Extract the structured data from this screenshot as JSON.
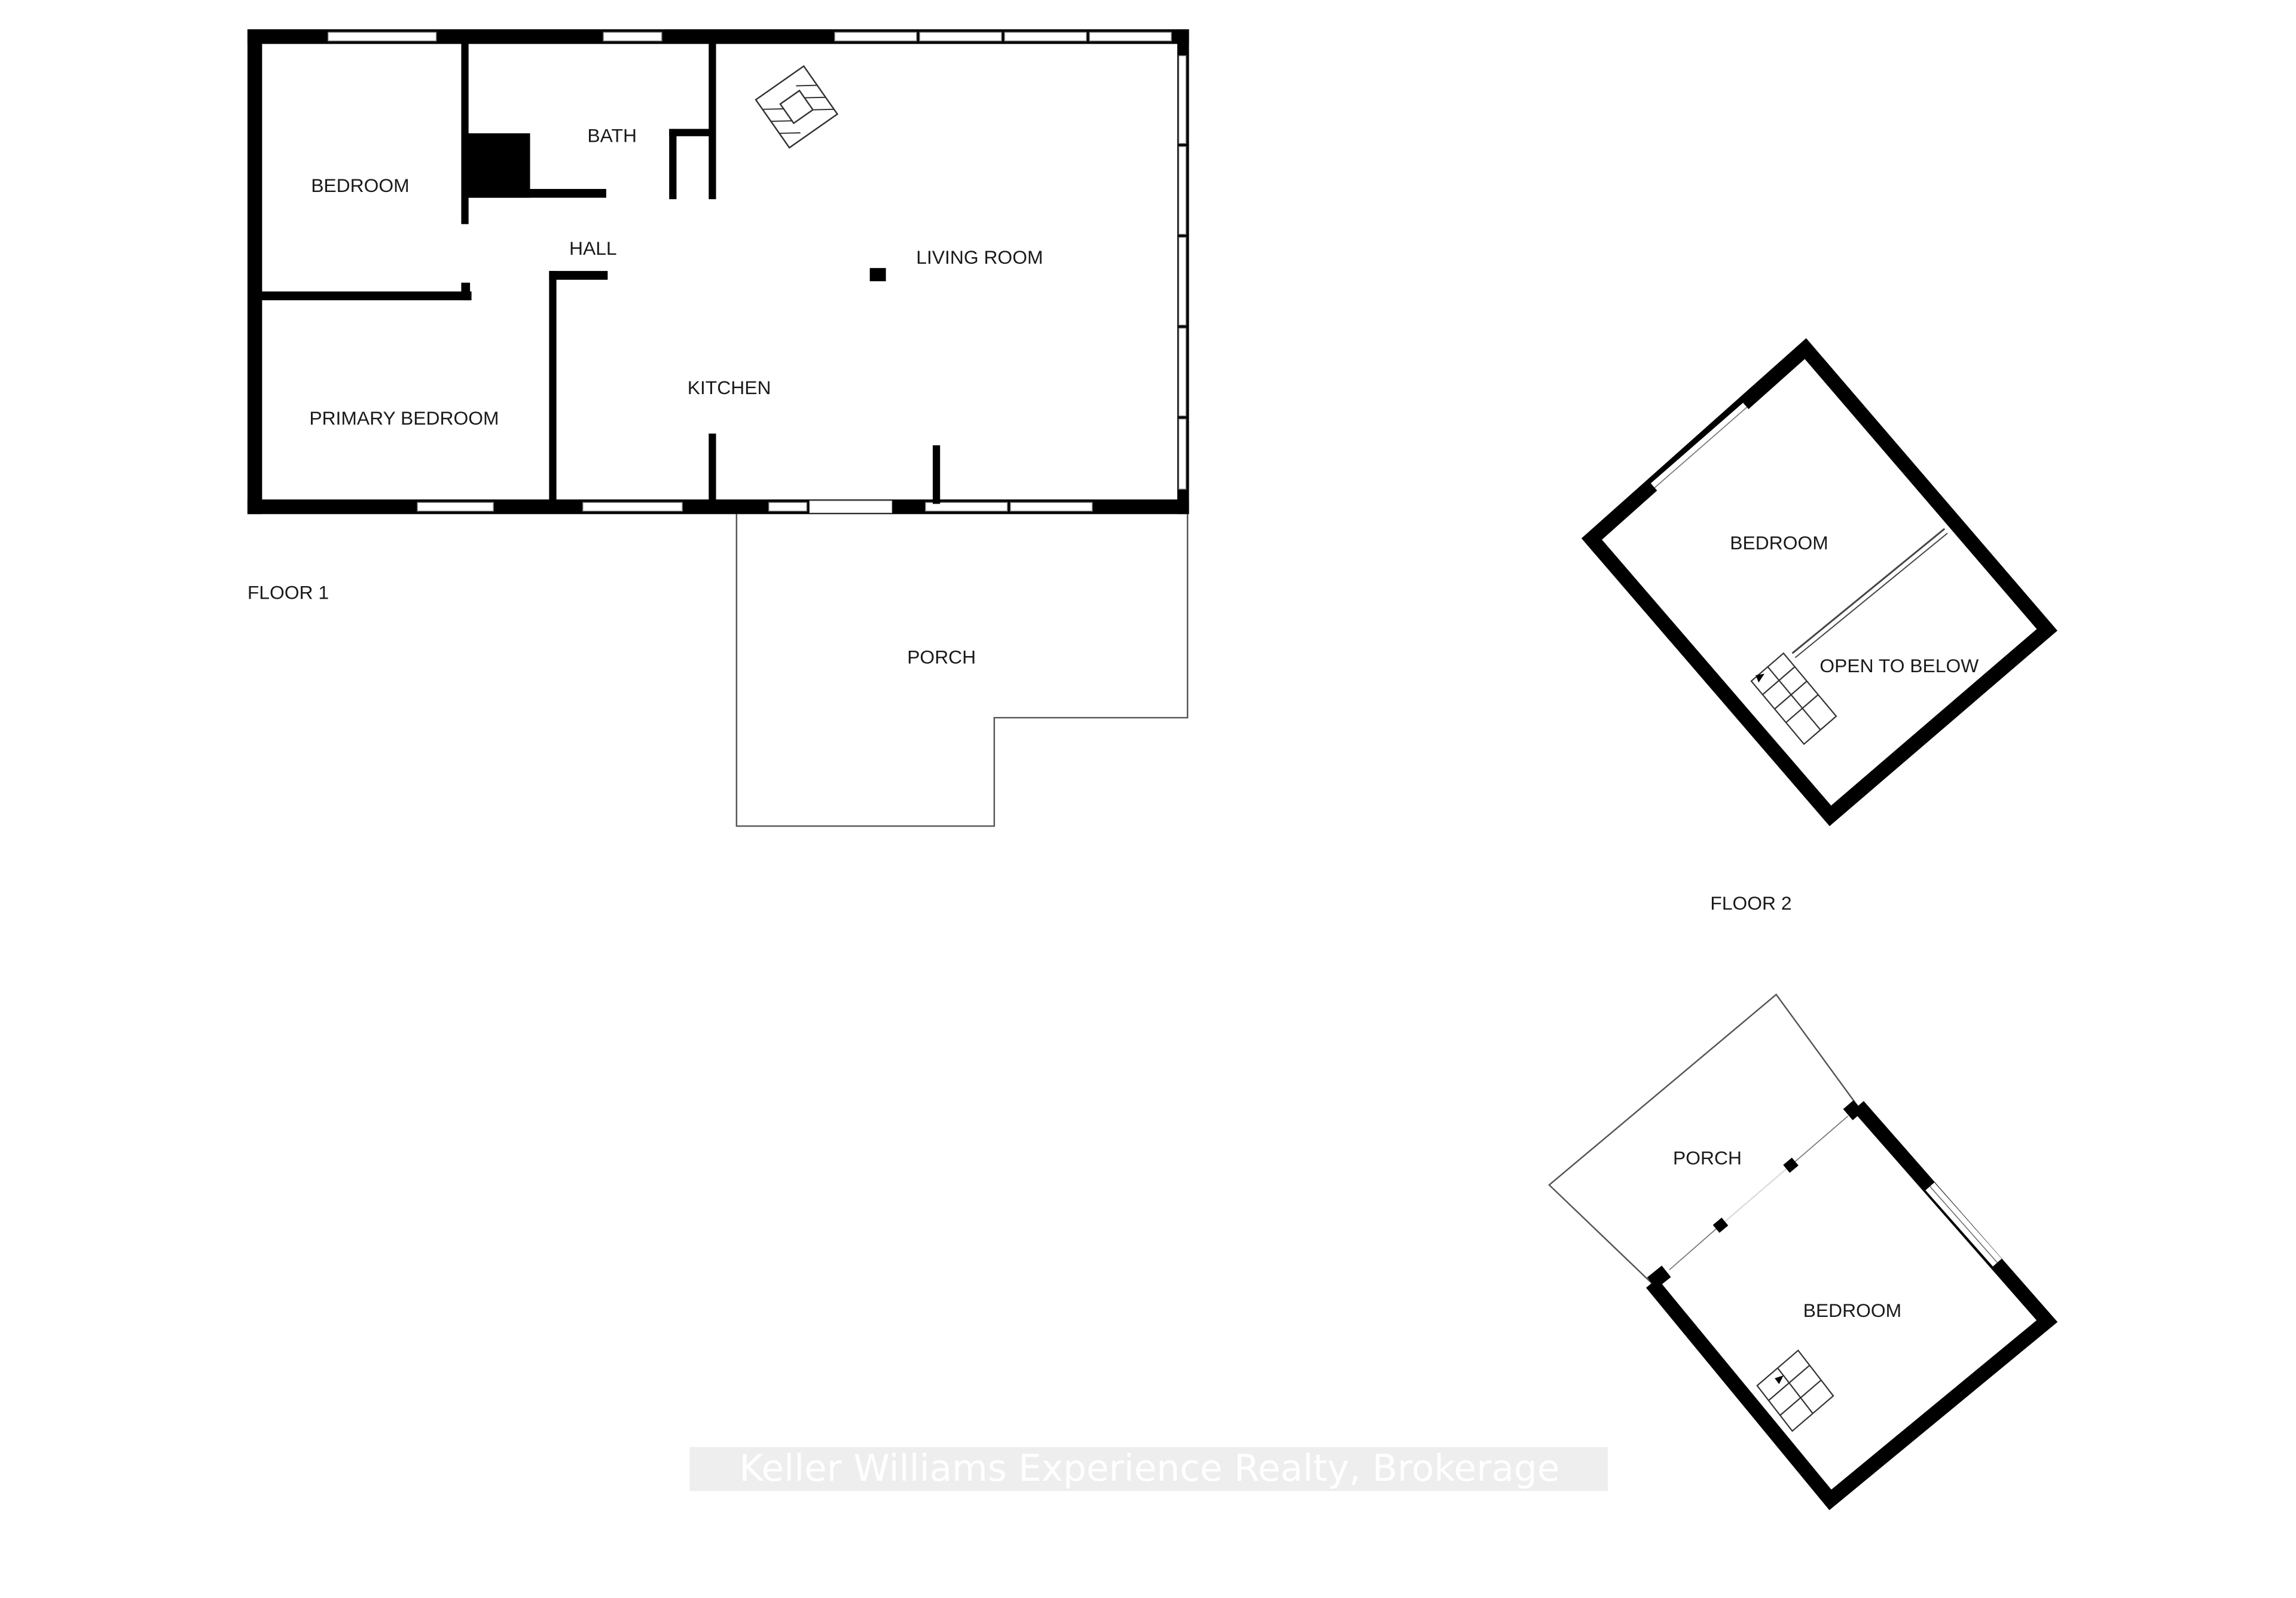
{
  "floor1": {
    "label": "FLOOR 1",
    "rooms": {
      "bedroom": "BEDROOM",
      "bath": "BATH",
      "hall": "HALL",
      "living_room": "LIVING ROOM",
      "kitchen": "KITCHEN",
      "primary_bedroom": "PRIMARY BEDROOM",
      "porch": "PORCH"
    }
  },
  "floor2": {
    "label": "FLOOR 2",
    "rooms": {
      "bedroom": "BEDROOM",
      "open_to_below": "OPEN TO BELOW"
    }
  },
  "floor3": {
    "rooms": {
      "porch": "PORCH",
      "bedroom": "BEDROOM"
    }
  },
  "watermark": "Keller Williams Experience Realty, Brokerage",
  "colors": {
    "wall": "#000000",
    "background": "#ffffff",
    "watermark_bg": "#eeeeee"
  }
}
